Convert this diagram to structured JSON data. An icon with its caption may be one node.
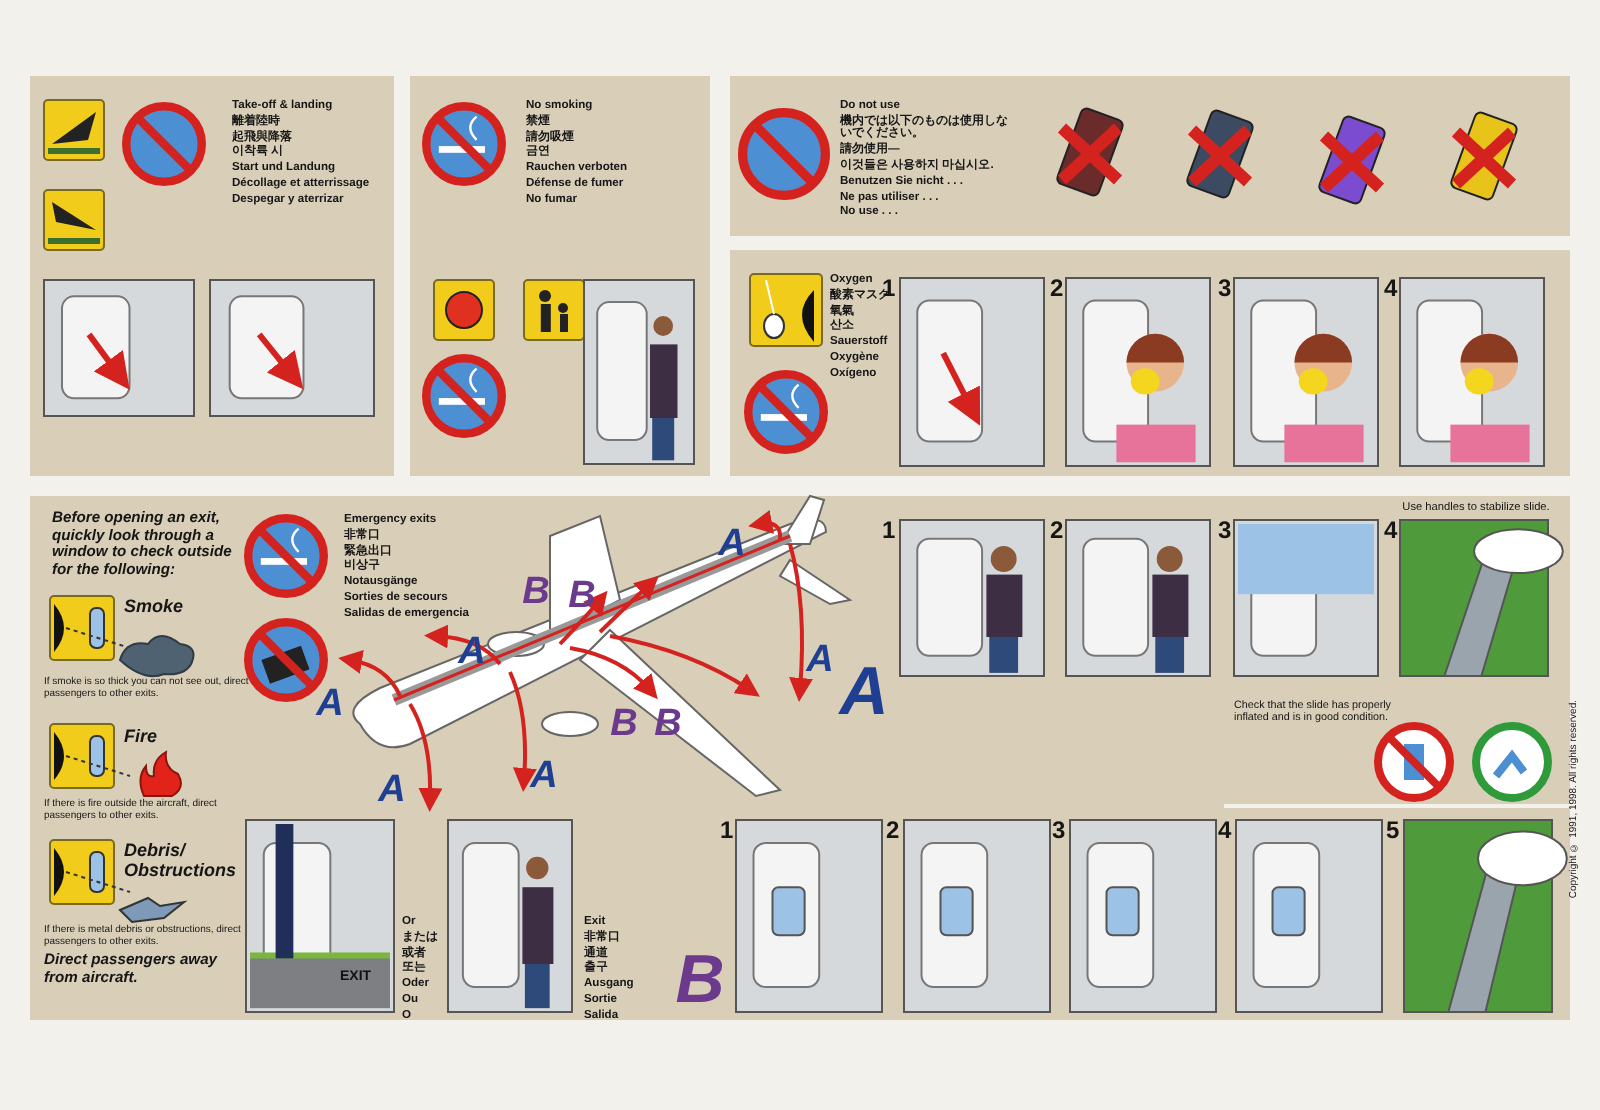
{
  "diagram": {
    "labels": [
      "Take-off & landing",
      "離着陸時",
      "起飛與降落",
      "이착륙 시",
      "Start und Landung",
      "Décollage et atterrissage",
      "Despegar y aterrizar",
      "No smoking",
      "禁煙",
      "請勿吸煙",
      "금연",
      "Rauchen verboten",
      "Défense de fumer",
      "No fumar",
      "Do not use",
      "機内では以下のものは使用しないでください。",
      "請勿使用—",
      "이것들은 사용하지 마십시오.",
      "Benutzen Sie nicht . . .",
      "Ne pas utiliser . . .",
      "No use . . .",
      "Oxygen",
      "酸素マスク",
      "氧氣",
      "산소",
      "Sauerstoff",
      "Oxygène",
      "Oxígeno",
      "1",
      "2",
      "3",
      "4",
      "Before opening an exit, quickly look through a window to check outside for the following:",
      "Smoke",
      "If smoke is so thick you can not see out, direct passengers to other exits.",
      "Fire",
      "If there is fire outside the aircraft, direct passengers to other exits.",
      "Debris/ Obstructions",
      "If there is metal debris or obstructions, direct passengers to other exits.",
      "Direct passengers away from aircraft.",
      "Emergency exits",
      "非常口",
      "緊急出口",
      "비상구",
      "Notausgänge",
      "Sorties de secours",
      "Salidas de emergencia",
      "A",
      "B",
      "B",
      "A",
      "A",
      "A",
      "B",
      "B",
      "A",
      "A",
      "Or",
      "または",
      "或者",
      "또는",
      "Oder",
      "Ou",
      "O",
      "EXIT",
      "Exit",
      "非常口",
      "通道",
      "출구",
      "Ausgang",
      "Sortie",
      "Salida",
      "A",
      "1",
      "2",
      "3",
      "4",
      "Use handles to stabilize slide.",
      "Check that the slide has properly inflated and is in good condition.",
      "B",
      "1",
      "2",
      "3",
      "4",
      "5",
      "Copyright © 1991, 1998. All rights reserved."
    ]
  }
}
